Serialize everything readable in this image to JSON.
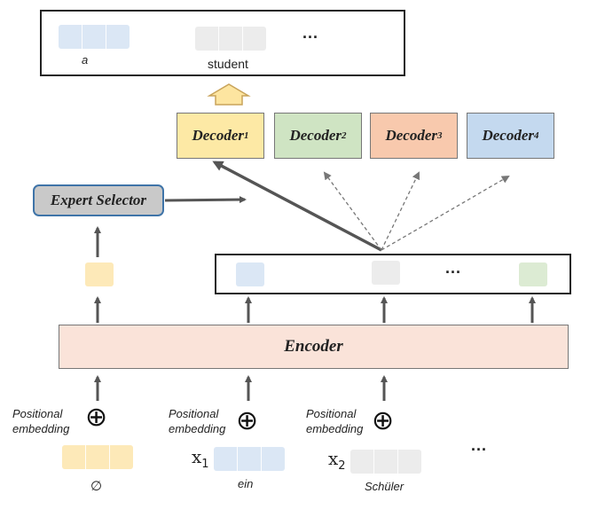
{
  "output": {
    "word_1": "a",
    "word_2": "student",
    "ellipsis": "..."
  },
  "decoders": [
    {
      "name": "Decoder",
      "sub": "1",
      "color": "#fde9a5"
    },
    {
      "name": "Decoder",
      "sub": "2",
      "color": "#cfe4c3"
    },
    {
      "name": "Decoder",
      "sub": "3",
      "color": "#f8c9ad"
    },
    {
      "name": "Decoder",
      "sub": "4",
      "color": "#c4d9ef"
    }
  ],
  "expert_selector": {
    "label": "Expert Selector",
    "color": "#c9c9c9",
    "border": "#3f74a8"
  },
  "encoder": {
    "label": "Encoder",
    "color": "#fae3d9"
  },
  "encoded_ellipsis": "...",
  "inputs": [
    {
      "pos_label_1": "Positional",
      "pos_label_2": "embedding",
      "plus": "⊕",
      "var": "",
      "var_sub": "",
      "token": "∅",
      "color": "#fde9b8"
    },
    {
      "pos_label_1": "Positional",
      "pos_label_2": "embedding",
      "plus": "⊕",
      "var": "x",
      "var_sub": "1",
      "token": "ein",
      "color": "#dbe7f5"
    },
    {
      "pos_label_1": "Positional",
      "pos_label_2": "embedding",
      "plus": "⊕",
      "var": "x",
      "var_sub": "2",
      "token": "Schüler",
      "color": "#ececec"
    }
  ],
  "input_ellipsis": "...",
  "colors": {
    "yellow": "#fde9b8",
    "blue": "#dbe7f5",
    "gray": "#ececec",
    "green": "#dcebd3",
    "arrow": "#555555",
    "big_arrow_fill": "#fde5a0",
    "big_arrow_stroke": "#c9a45a"
  }
}
